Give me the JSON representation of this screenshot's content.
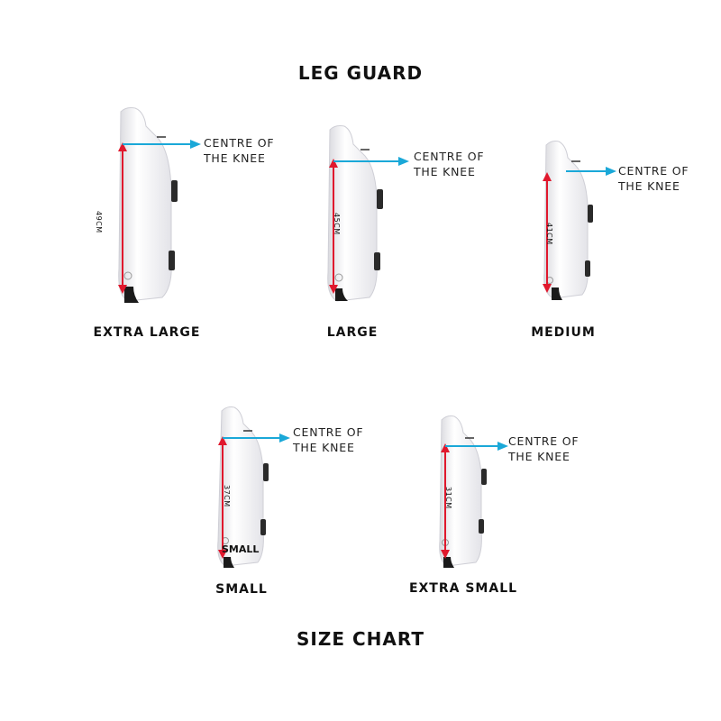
{
  "heading": "LEG GUARD",
  "footer": "SIZE CHART",
  "knee_label": {
    "line1": "CENTRE OF",
    "line2": "THE KNEE"
  },
  "colors": {
    "measure_arrow": "#e0182d",
    "knee_arrow": "#1aa8d8",
    "guard": "#f4f4f6",
    "strap": "#1a1a1a"
  },
  "guards": [
    {
      "size": "EXTRA LARGE",
      "length": "49CM"
    },
    {
      "size": "LARGE",
      "length": "45CM"
    },
    {
      "size": "MEDIUM",
      "length": "41CM"
    },
    {
      "size": "SMALL",
      "length": "37CM",
      "print": "SMALL"
    },
    {
      "size": "EXTRA SMALL",
      "length": "31CM"
    }
  ]
}
